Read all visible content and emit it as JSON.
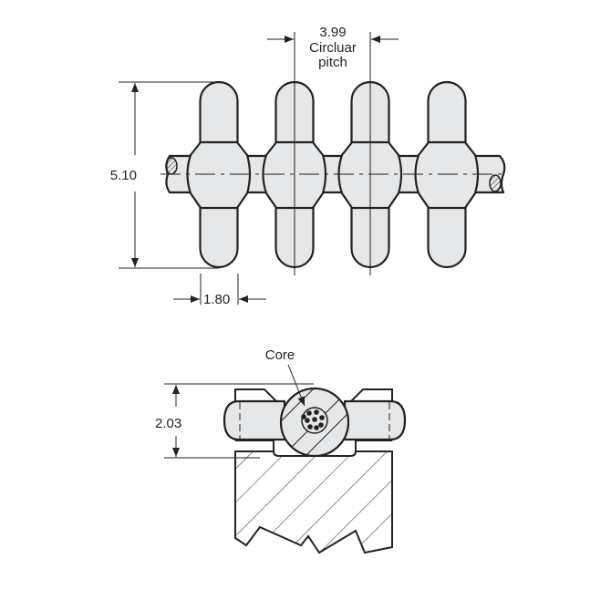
{
  "top_view": {
    "height_dim": "5.10",
    "pin_width_dim": "1.80",
    "pitch_dim": "3.99",
    "pitch_label_1": "Circluar",
    "pitch_label_2": "pitch"
  },
  "section_view": {
    "core_label": "Core",
    "height_dim": "2.03"
  },
  "colors": {
    "fill": "#e6e7e8",
    "line": "#222222"
  }
}
